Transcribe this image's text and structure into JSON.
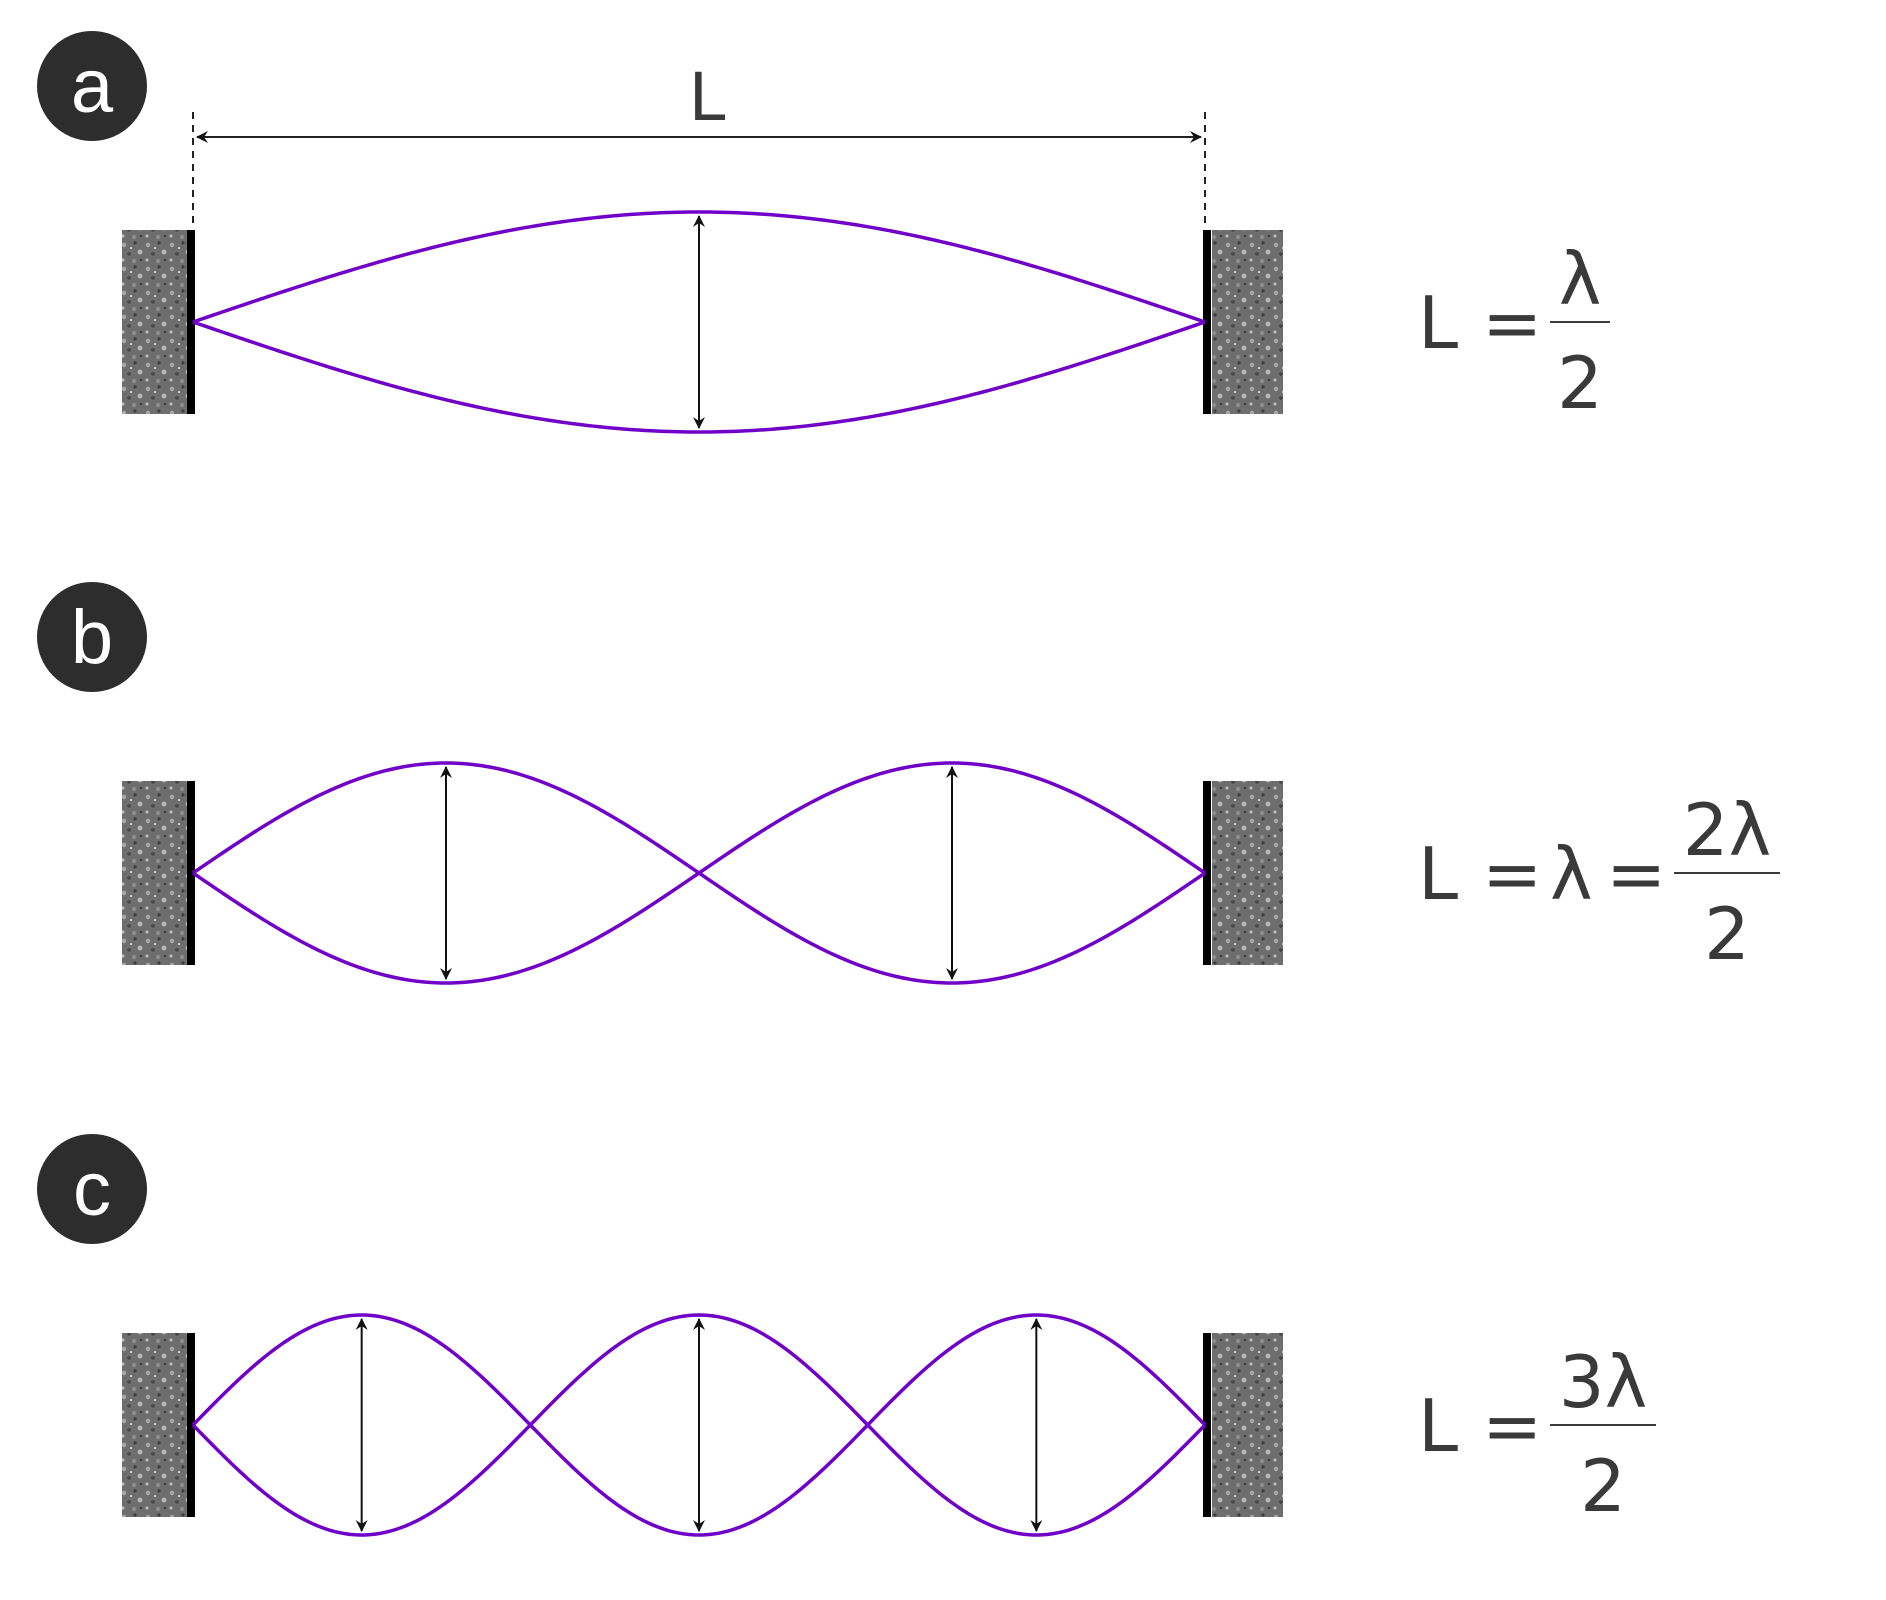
{
  "colors": {
    "string": "#7000c8",
    "badge": "#2d2d2d",
    "arrow": "#111111",
    "text": "#3a3a3a",
    "wall": "#707070"
  },
  "dimension": {
    "label": "L"
  },
  "panels": [
    {
      "badge": "a",
      "loops": 1,
      "formula": {
        "lhs": "L",
        "eq1": "=",
        "mid": "",
        "eq2": "",
        "numerator": "λ",
        "denominator": "2"
      }
    },
    {
      "badge": "b",
      "loops": 2,
      "formula": {
        "lhs": "L",
        "eq1": "=",
        "mid": "λ",
        "eq2": "=",
        "numerator": "2λ",
        "denominator": "2"
      }
    },
    {
      "badge": "c",
      "loops": 3,
      "formula": {
        "lhs": "L",
        "eq1": "=",
        "mid": "",
        "eq2": "",
        "numerator": "3λ",
        "denominator": "2"
      }
    }
  ]
}
